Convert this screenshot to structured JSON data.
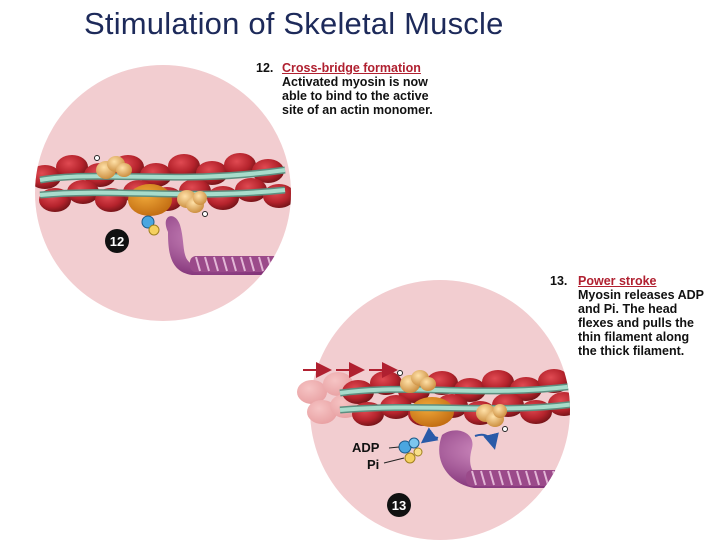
{
  "title": "Stimulation of Skeletal Muscle",
  "step12": {
    "number": "12.",
    "title": "Cross-bridge formation",
    "body_lines": [
      "Activated myosin is now",
      "able to bind to the active",
      "site of an actin monomer."
    ],
    "badge": "12"
  },
  "step13": {
    "number": "13.",
    "title": "Power stroke",
    "body_lines": [
      "Myosin releases ADP",
      "and Pi. The head",
      "flexes and pulls the",
      "thin filament along",
      "the thick filament."
    ],
    "badge": "13"
  },
  "labels": {
    "adp": "ADP",
    "pi": "Pi"
  },
  "colors": {
    "circle_fill": "#f2cdd0",
    "actin_red": "#b5232c",
    "actin_dark": "#7d1418",
    "tropomyosin": "#9fd0c0",
    "troponin": "#e0a95a",
    "myosin": "#9b4a8a",
    "myosin_light": "#c07aae",
    "accent_red": "#b02030",
    "arrow_blue": "#2a5aa8"
  }
}
